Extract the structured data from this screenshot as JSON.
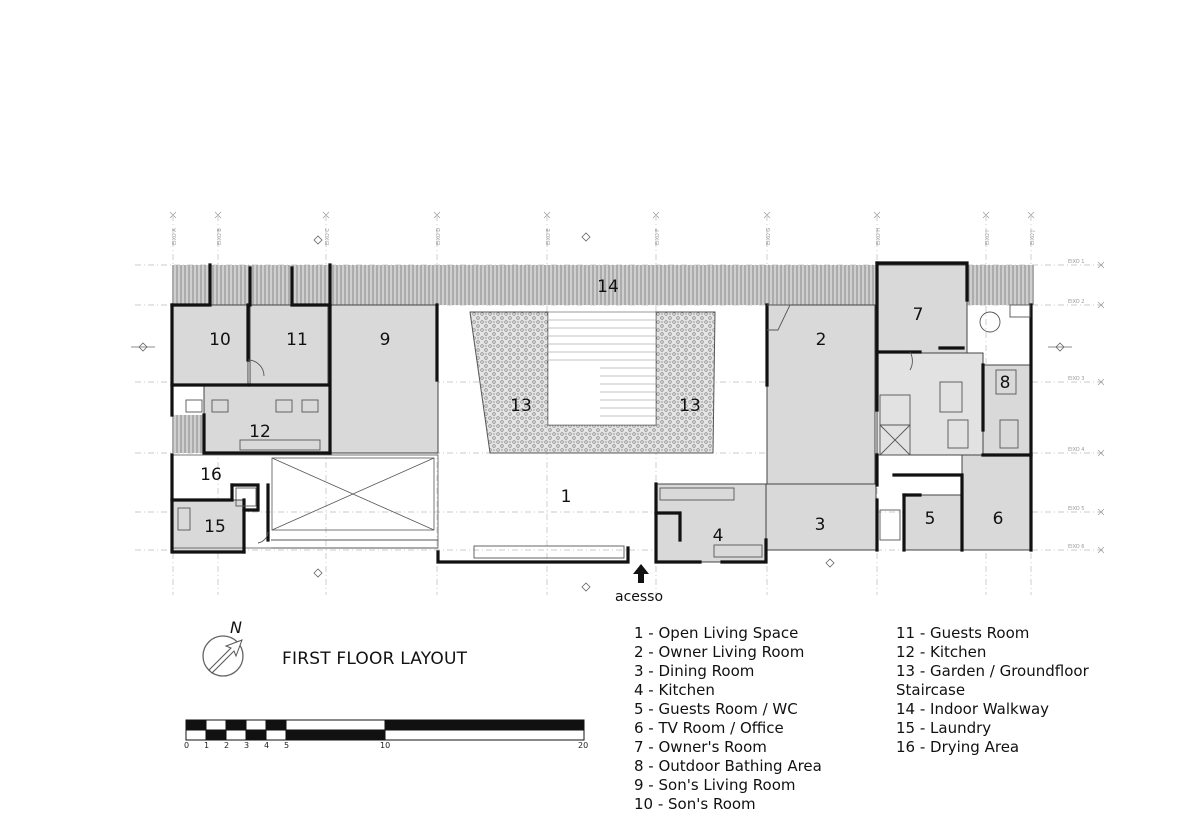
{
  "title": "FIRST FLOOR LAYOUT",
  "north": "N",
  "entrance": "acesso",
  "room_numbers": [
    "1",
    "2",
    "3",
    "4",
    "5",
    "6",
    "7",
    "8",
    "9",
    "10",
    "11",
    "12",
    "13",
    "14",
    "15",
    "16"
  ],
  "axes_top": [
    "EIXO A",
    "EIXO B",
    "EIXO C",
    "EIXO D",
    "EIXO E",
    "EIXO F",
    "EIXO G",
    "EIXO H",
    "EIXO I",
    "EIXO J"
  ],
  "axes_right": [
    "EIXO 1",
    "EIXO 2",
    "EIXO 3",
    "EIXO 4",
    "EIXO 5",
    "EIXO 6"
  ],
  "scale_ticks": [
    "0",
    "1",
    "2",
    "3",
    "4",
    "5",
    "10",
    "20"
  ],
  "legend_left": [
    "1 - Open Living Space",
    "2 - Owner Living Room",
    "3 - Dining Room",
    "4 - Kitchen",
    "5 - Guests Room / WC",
    "6 - TV Room / Office",
    "7 - Owner's Room",
    "8 - Outdoor Bathing Area",
    "9 - Son's Living Room",
    "10 - Son's Room"
  ],
  "legend_right": [
    "11 - Guests Room",
    "12 - Kitchen",
    "13 - Garden  / Groundfloor",
    "Staircase",
    "14 - Indoor Walkway",
    "15 - Laundry",
    "16 - Drying Area"
  ]
}
